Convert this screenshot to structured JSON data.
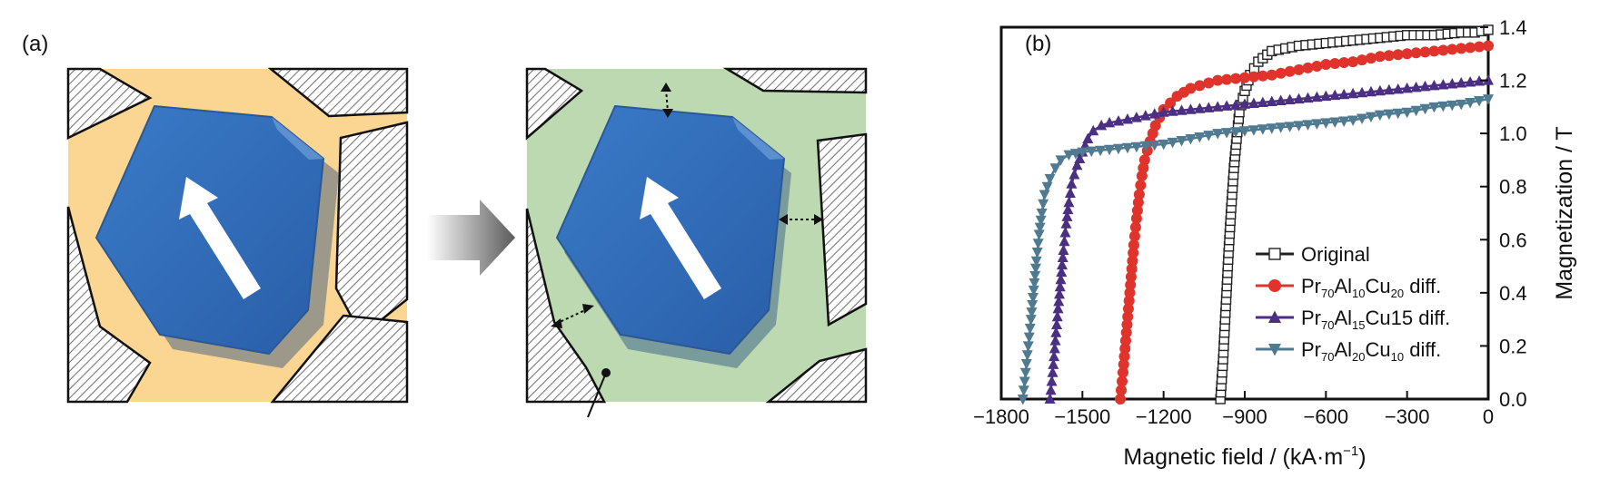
{
  "panels": {
    "a_label": "(a)",
    "b_label": "(b)"
  },
  "illustration": {
    "colors": {
      "grain": "#2f6cb8",
      "grain_edge": "#2a5896",
      "boundary_before": "#fbd592",
      "boundary_after": "#bcd9b1",
      "hatch": "#777777",
      "arrow": "#ffffff"
    }
  },
  "chart_data": {
    "type": "line",
    "xlabel": "Magnetic field / (kA·m",
    "xlabel_sup": "−1",
    "xlabel_end": ")",
    "ylabel": "Magnetization / T",
    "xlim": [
      -1800,
      0
    ],
    "ylim": [
      0,
      1.4
    ],
    "x_ticks": [
      -1800,
      -1500,
      -1200,
      -900,
      -600,
      -300,
      0
    ],
    "x_tick_labels": [
      "−1800",
      "−1500",
      "−1200",
      "−900",
      "−600",
      "−300",
      "0"
    ],
    "y_ticks": [
      0,
      0.2,
      0.4,
      0.6,
      0.8,
      1.0,
      1.2,
      1.4
    ],
    "y_tick_labels": [
      "0.0",
      "0.2",
      "0.4",
      "0.6",
      "0.8",
      "1.0",
      "1.2",
      "1.4"
    ],
    "y_axis_position": "right",
    "legend_position": "lower-right",
    "series": [
      {
        "name": "Original",
        "legend": [
          {
            "t": "Original",
            "sub": false
          }
        ],
        "color": "#222222",
        "marker": "square-open",
        "points": [
          [
            -990,
            0
          ],
          [
            -980,
            0.15
          ],
          [
            -970,
            0.35
          ],
          [
            -960,
            0.55
          ],
          [
            -950,
            0.72
          ],
          [
            -940,
            0.87
          ],
          [
            -930,
            0.98
          ],
          [
            -920,
            1.08
          ],
          [
            -900,
            1.16
          ],
          [
            -880,
            1.22
          ],
          [
            -850,
            1.27
          ],
          [
            -800,
            1.31
          ],
          [
            -700,
            1.33
          ],
          [
            -600,
            1.34
          ],
          [
            -500,
            1.35
          ],
          [
            -400,
            1.36
          ],
          [
            -300,
            1.37
          ],
          [
            -200,
            1.37
          ],
          [
            -100,
            1.38
          ],
          [
            -50,
            1.38
          ],
          [
            0,
            1.39
          ]
        ]
      },
      {
        "name": "Pr70Al10Cu20 diff.",
        "legend": [
          {
            "t": "Pr",
            "sub": false
          },
          {
            "t": "70",
            "sub": true
          },
          {
            "t": "Al",
            "sub": false
          },
          {
            "t": "10",
            "sub": true
          },
          {
            "t": "Cu",
            "sub": false
          },
          {
            "t": "20",
            "sub": true
          },
          {
            "t": " diff.",
            "sub": false
          }
        ],
        "color": "#e0332c",
        "marker": "circle",
        "points": [
          [
            -1360,
            0
          ],
          [
            -1350,
            0.1
          ],
          [
            -1340,
            0.22
          ],
          [
            -1330,
            0.34
          ],
          [
            -1320,
            0.46
          ],
          [
            -1310,
            0.58
          ],
          [
            -1300,
            0.68
          ],
          [
            -1290,
            0.77
          ],
          [
            -1280,
            0.84
          ],
          [
            -1270,
            0.9
          ],
          [
            -1250,
            0.97
          ],
          [
            -1230,
            1.03
          ],
          [
            -1200,
            1.09
          ],
          [
            -1150,
            1.14
          ],
          [
            -1100,
            1.17
          ],
          [
            -1000,
            1.2
          ],
          [
            -900,
            1.21
          ],
          [
            -800,
            1.22
          ],
          [
            -700,
            1.24
          ],
          [
            -600,
            1.26
          ],
          [
            -500,
            1.27
          ],
          [
            -400,
            1.29
          ],
          [
            -300,
            1.3
          ],
          [
            -200,
            1.31
          ],
          [
            -100,
            1.32
          ],
          [
            0,
            1.33
          ]
        ]
      },
      {
        "name": "Pr70Al15Cu15 diff.",
        "legend": [
          {
            "t": "Pr",
            "sub": false
          },
          {
            "t": "70",
            "sub": true
          },
          {
            "t": "Al",
            "sub": false
          },
          {
            "t": "15",
            "sub": true
          },
          {
            "t": "Cu15 diff.",
            "sub": false
          }
        ],
        "color": "#4b2f82",
        "marker": "triangle-up",
        "points": [
          [
            -1620,
            0
          ],
          [
            -1610,
            0.1
          ],
          [
            -1600,
            0.22
          ],
          [
            -1590,
            0.34
          ],
          [
            -1580,
            0.45
          ],
          [
            -1570,
            0.56
          ],
          [
            -1560,
            0.66
          ],
          [
            -1550,
            0.74
          ],
          [
            -1540,
            0.81
          ],
          [
            -1520,
            0.88
          ],
          [
            -1500,
            0.93
          ],
          [
            -1480,
            0.98
          ],
          [
            -1460,
            1.01
          ],
          [
            -1430,
            1.03
          ],
          [
            -1400,
            1.04
          ],
          [
            -1300,
            1.06
          ],
          [
            -1200,
            1.08
          ],
          [
            -1100,
            1.09
          ],
          [
            -1000,
            1.1
          ],
          [
            -900,
            1.11
          ],
          [
            -800,
            1.12
          ],
          [
            -700,
            1.13
          ],
          [
            -600,
            1.14
          ],
          [
            -500,
            1.15
          ],
          [
            -400,
            1.16
          ],
          [
            -300,
            1.17
          ],
          [
            -200,
            1.18
          ],
          [
            -100,
            1.19
          ],
          [
            0,
            1.2
          ]
        ]
      },
      {
        "name": "Pr70Al20Cu10 diff.",
        "legend": [
          {
            "t": "Pr",
            "sub": false
          },
          {
            "t": "70",
            "sub": true
          },
          {
            "t": "Al",
            "sub": false
          },
          {
            "t": "20",
            "sub": true
          },
          {
            "t": "Cu",
            "sub": false
          },
          {
            "t": "10",
            "sub": true
          },
          {
            "t": " diff.",
            "sub": false
          }
        ],
        "color": "#4f7a90",
        "marker": "triangle-down",
        "points": [
          [
            -1720,
            0
          ],
          [
            -1710,
            0.1
          ],
          [
            -1700,
            0.2
          ],
          [
            -1690,
            0.3
          ],
          [
            -1680,
            0.41
          ],
          [
            -1670,
            0.52
          ],
          [
            -1660,
            0.62
          ],
          [
            -1650,
            0.7
          ],
          [
            -1640,
            0.77
          ],
          [
            -1620,
            0.83
          ],
          [
            -1600,
            0.87
          ],
          [
            -1580,
            0.9
          ],
          [
            -1550,
            0.92
          ],
          [
            -1500,
            0.93
          ],
          [
            -1400,
            0.94
          ],
          [
            -1300,
            0.95
          ],
          [
            -1200,
            0.96
          ],
          [
            -1100,
            0.98
          ],
          [
            -1000,
            1.0
          ],
          [
            -900,
            1.01
          ],
          [
            -800,
            1.02
          ],
          [
            -700,
            1.03
          ],
          [
            -600,
            1.04
          ],
          [
            -500,
            1.05
          ],
          [
            -400,
            1.07
          ],
          [
            -300,
            1.08
          ],
          [
            -200,
            1.1
          ],
          [
            -100,
            1.11
          ],
          [
            0,
            1.13
          ]
        ]
      }
    ]
  }
}
